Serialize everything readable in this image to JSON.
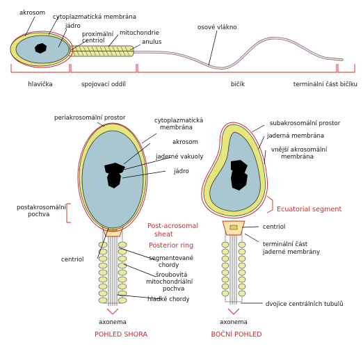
{
  "colors": {
    "cytoplasm": "#a9c7d1",
    "acrosome": "#e6e67a",
    "membrane": "#cc2a2a",
    "label_red": "#cc2a2a",
    "nucleus_dark": "#000000"
  },
  "top_view": {
    "labels": {
      "akrosom": "akrosom",
      "cytoplazmaticka": "cytoplazmatická membrána",
      "jadro": "jádro",
      "proximalni1": "proximální",
      "proximalni2": "centriol",
      "mitochondrie": "mitochondrie",
      "anulus": "anulus",
      "osove": "osové vlákno"
    },
    "sections": {
      "hlavicka": "hlavička",
      "spojovaci": "spojovací oddíl",
      "bicik": "bičík",
      "terminalni": "terminální část bičíku"
    }
  },
  "bottom_view": {
    "left_labels": {
      "periakrosomalni": "periakrosomální prostor",
      "cyto1": "cytoplazmatická",
      "cyto2": "membrána",
      "akrosom": "akrosom",
      "vakuoly": "jaderné vakuoly",
      "jadro": "jádro",
      "postakro1": "postakrosomální",
      "postakro2": "pochva",
      "postsheath1": "Post-acrosomal",
      "postsheath2": "sheat",
      "posterior": "Posterior ring",
      "centriol": "centriol",
      "segm1": "segmentované",
      "segm2": "chordy",
      "sroub1": "šroubovitá",
      "sroub2": "mitochondriální",
      "sroub3": "pochva",
      "hladke": "hladké chordy",
      "axonema": "axonema",
      "title": "POHLED SHORA"
    },
    "right_labels": {
      "subakro": "subakrosomální prostor",
      "jaderna": "jaderná membrána",
      "vnejsi1": "vnější akrosomální",
      "vnejsi2": "membrána",
      "ecuatorial": "Ecuatorial segment",
      "centriol": "centriol",
      "termin1": "terminální část",
      "termin2": "jaderné membrány",
      "dvojice": "dvojice centrálních tubulů",
      "axonema": "axonema",
      "title": "BOČNÍ POHLED"
    }
  }
}
